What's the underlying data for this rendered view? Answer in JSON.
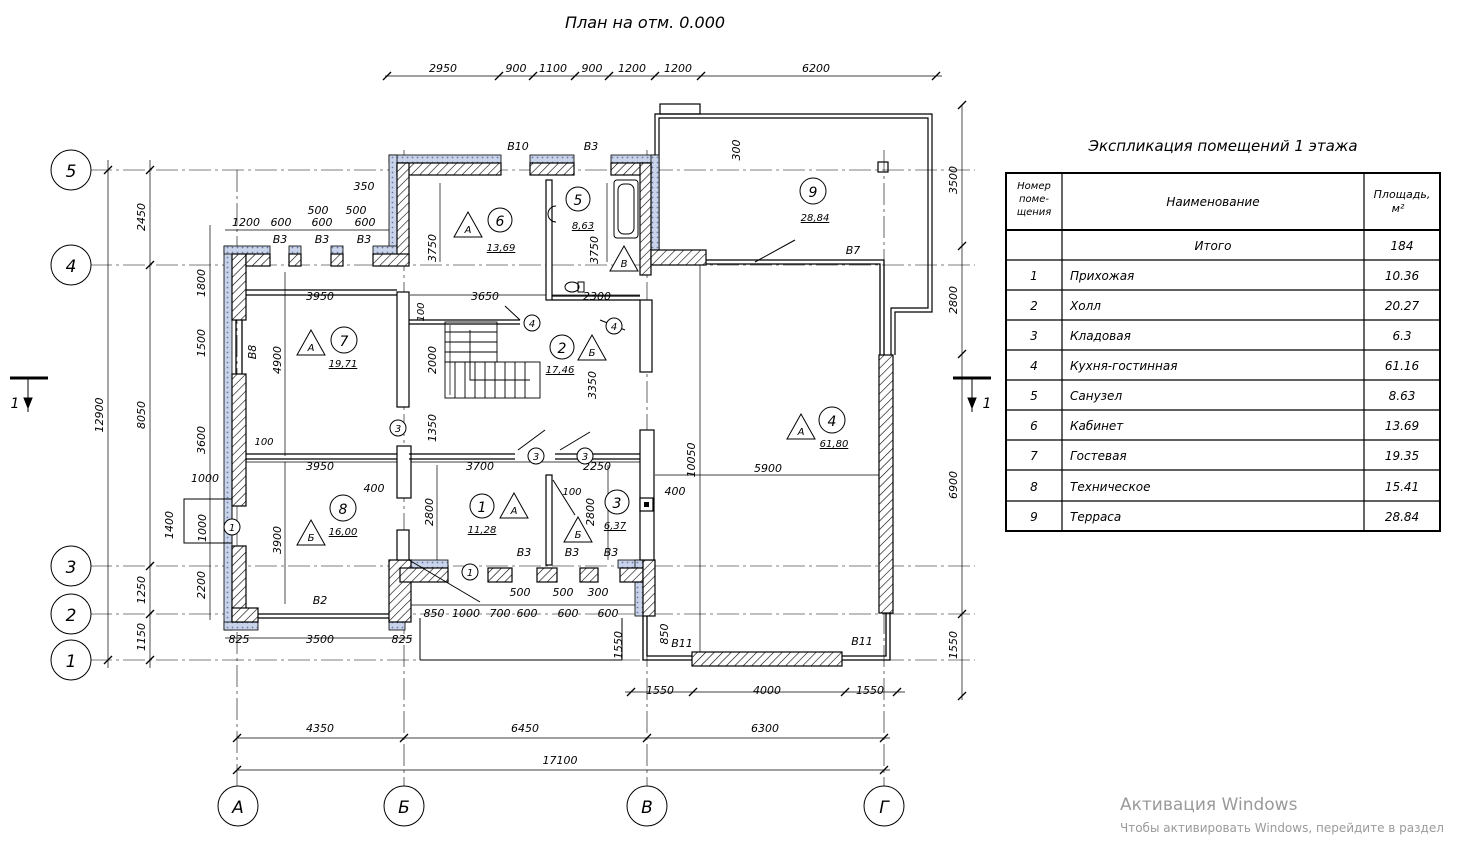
{
  "title": "План на отм. 0.000",
  "expl_title": "Экспликация  помещений 1 этажа",
  "table": {
    "headers": [
      "Номер поме- щения",
      "Наименование",
      "Площадь, м²"
    ],
    "total": {
      "label": "Итого",
      "area": "184"
    },
    "rows": [
      {
        "num": "1",
        "name": "Прихожая",
        "area": "10.36"
      },
      {
        "num": "2",
        "name": "Холл",
        "area": "20.27"
      },
      {
        "num": "3",
        "name": "Кладовая",
        "area": "6.3"
      },
      {
        "num": "4",
        "name": "Кухня-гостинная",
        "area": "61.16"
      },
      {
        "num": "5",
        "name": "Санузел",
        "area": "8.63"
      },
      {
        "num": "6",
        "name": "Кабинет",
        "area": "13.69"
      },
      {
        "num": "7",
        "name": "Гостевая",
        "area": "19.35"
      },
      {
        "num": "8",
        "name": "Техническое",
        "area": "15.41"
      },
      {
        "num": "9",
        "name": "Терраса",
        "area": "28.84"
      }
    ]
  },
  "axes_rows": [
    "5",
    "4",
    "3",
    "2",
    "1"
  ],
  "axes_cols": [
    "А",
    "Б",
    "В",
    "Г"
  ],
  "rooms": [
    {
      "num": "1",
      "area": "11,28",
      "tri": "А"
    },
    {
      "num": "2",
      "area": "17,46",
      "tri": "Б"
    },
    {
      "num": "3",
      "area": "6,37",
      "tri": "Б"
    },
    {
      "num": "4",
      "area": "61,80",
      "tri": "А"
    },
    {
      "num": "5",
      "area": "8,63",
      "tri": "В"
    },
    {
      "num": "6",
      "area": "13,69",
      "tri": "А"
    },
    {
      "num": "7",
      "area": "19,71",
      "tri": "А"
    },
    {
      "num": "8",
      "area": "16,00",
      "tri": "Б"
    },
    {
      "num": "9",
      "area": "28,84",
      "tri": ""
    }
  ],
  "dims": {
    "top": [
      "2950",
      "900",
      "1100",
      "900",
      "1200",
      "1200",
      "6200"
    ],
    "bottom1": [
      "4350",
      "6450",
      "6300"
    ],
    "bottom_total": "17100",
    "bottom_walls": [
      "825",
      "3500",
      "825"
    ],
    "bottom_window": [
      "1550",
      "4000",
      "1550"
    ],
    "left_outer": "12900",
    "left_mid": [
      "2450",
      "8050",
      "1250",
      "1150"
    ],
    "left_inner": [
      "1800",
      "1500",
      "3600",
      "1400",
      "2200"
    ],
    "right": [
      "3500",
      "2800",
      "6900",
      "1550"
    ],
    "inner_h": [
      "3950",
      "3650",
      "2300",
      "3950",
      "3700",
      "2250",
      "5900"
    ],
    "inner_v": [
      "3750",
      "3750",
      "2000",
      "3350",
      "4900",
      "3900",
      "2800",
      "2800",
      "10050"
    ],
    "win_offsets": [
      "1200",
      "600",
      "500",
      "600",
      "500",
      "600",
      "350"
    ],
    "misc": [
      "300",
      "100",
      "100",
      "100",
      "1350",
      "400",
      "400",
      "1000",
      "1000",
      "850",
      "850",
      "1000",
      "700",
      "500",
      "600",
      "500",
      "600",
      "300",
      "600",
      "1550"
    ]
  },
  "marks": [
    "В10",
    "В3",
    "В3",
    "В3",
    "В3",
    "В7",
    "В8",
    "В2",
    "В11",
    "В11",
    "В3",
    "В3",
    "В3"
  ],
  "door_marks": [
    "4",
    "4",
    "3",
    "3",
    "3",
    "1",
    "1"
  ],
  "section": "1",
  "watermark": {
    "line1": "Активация Windows",
    "line2": "Чтобы активировать Windows, перейдите в раздел"
  },
  "colors": {
    "ink": "#000000",
    "insulation": "#c9d4ea",
    "watermark": "#9a9a9a"
  }
}
